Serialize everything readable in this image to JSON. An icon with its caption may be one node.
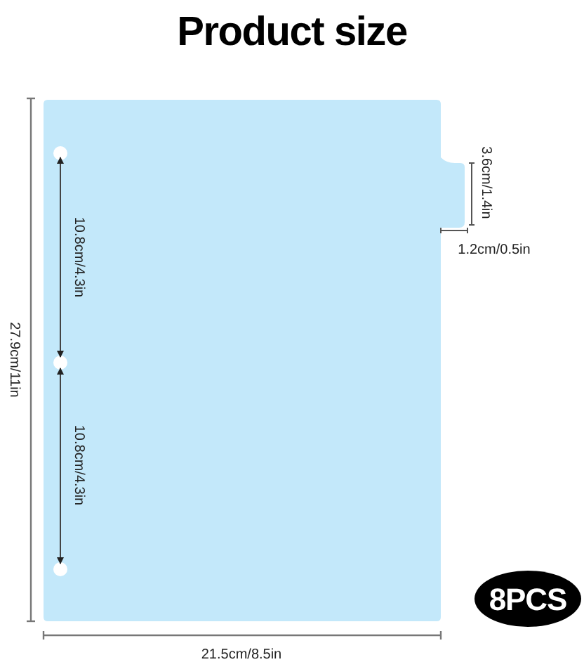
{
  "diagram": {
    "title": "Product size",
    "nodes": [
      {
        "text": [
          "8PCS"
        ]
      }
    ],
    "labels": [
      "27.9cm/11in",
      "10.8cm/4.3in",
      "10.8cm/4.3in",
      "3.6cm/1.4in",
      "1.2cm/0.5in",
      "21.5cm/8.5in"
    ]
  }
}
